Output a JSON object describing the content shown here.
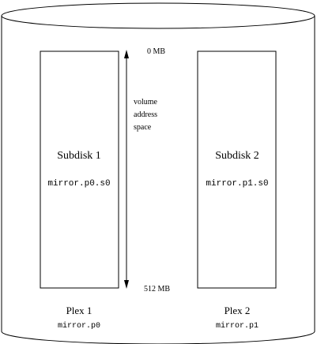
{
  "volume": {
    "top_label": "0 MB",
    "bottom_label": "512 MB",
    "address_space_lines": [
      "volume",
      "address",
      "space"
    ]
  },
  "subdisks": [
    {
      "title": "Subdisk 1",
      "name": "mirror.p0.s0"
    },
    {
      "title": "Subdisk 2",
      "name": "mirror.p1.s0"
    }
  ],
  "plexes": [
    {
      "title": "Plex 1",
      "name": "mirror.p0"
    },
    {
      "title": "Plex 2",
      "name": "mirror.p1"
    }
  ],
  "colors": {
    "stroke": "#000000",
    "fill": "#ffffff"
  }
}
